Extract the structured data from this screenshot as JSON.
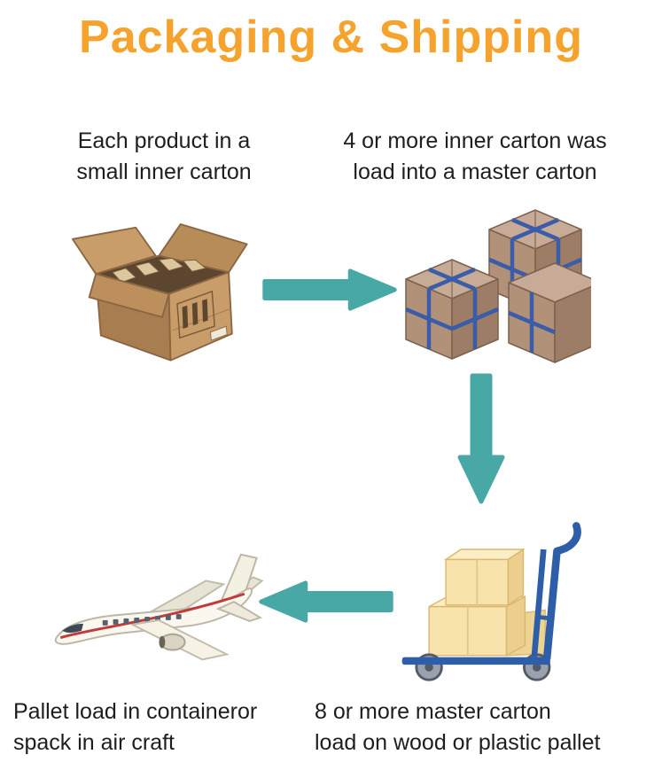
{
  "page": {
    "title": "Packaging & Shipping",
    "title_color": "#F5A32C",
    "arrow_color": "#47A8A6",
    "background": "#FFFFFF"
  },
  "colors": {
    "carton_tan": "#C99D69",
    "carton_dark": "#A87E50",
    "strap_blue": "#3B5CA8",
    "master_carton_brown": "#B29179",
    "trolley_blue": "#2E5EA7",
    "box_cream": "#F7E3AB",
    "plane_stripe_red": "#C23A3A",
    "text": "#1E1E1E"
  },
  "steps": [
    {
      "id": "inner-carton",
      "icon": "open-carton-box",
      "caption": "Each product in a\nsmall inner carton"
    },
    {
      "id": "master-carton",
      "icon": "stacked-master-cartons",
      "caption": "4 or more inner carton was\nload into a master carton"
    },
    {
      "id": "pallet-load",
      "icon": "hand-truck-with-boxes",
      "caption": "8 or more master carton\nload on wood or plastic pallet"
    },
    {
      "id": "air-craft",
      "icon": "cargo-airplane",
      "caption": "Pallet load in containeror\nspack in air craft"
    }
  ],
  "arrows": [
    {
      "direction": "right",
      "from": "inner-carton",
      "to": "master-carton"
    },
    {
      "direction": "down",
      "from": "master-carton",
      "to": "pallet-load"
    },
    {
      "direction": "left",
      "from": "pallet-load",
      "to": "air-craft"
    }
  ]
}
